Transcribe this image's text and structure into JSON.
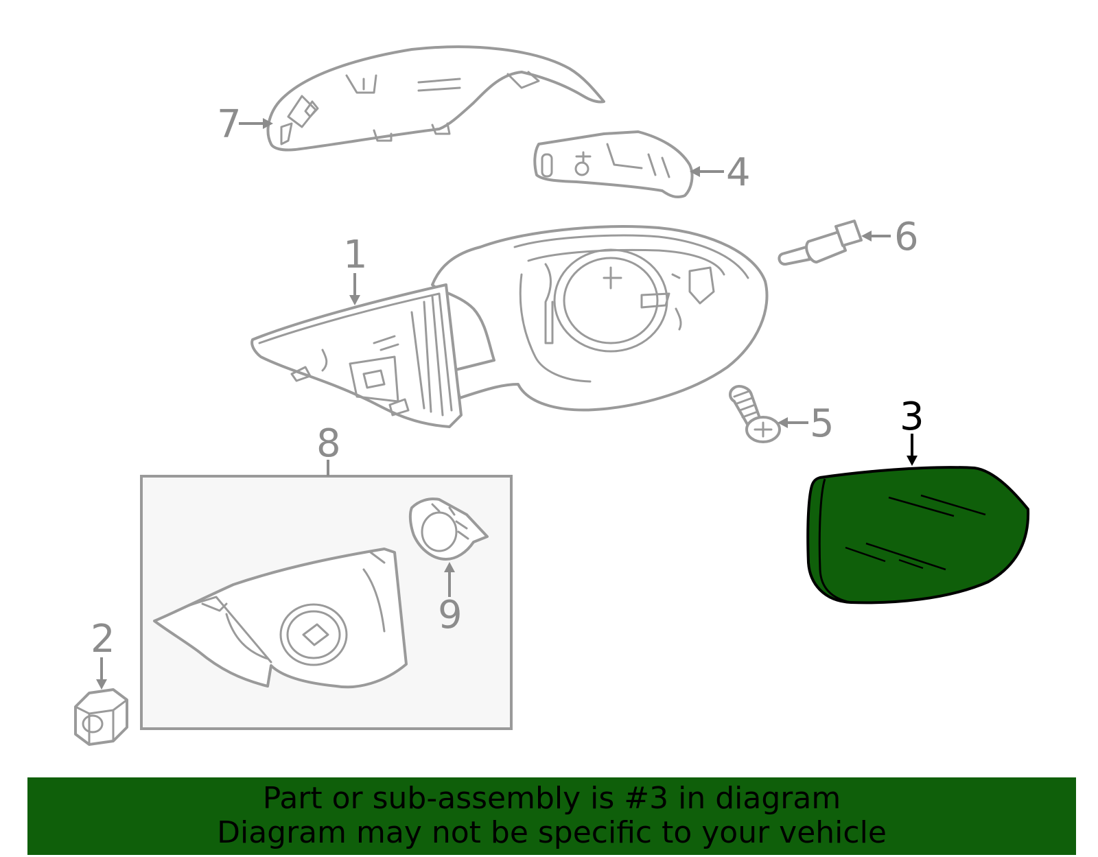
{
  "colors": {
    "highlight": "#0f5f0a",
    "banner": "#0f5f0a",
    "part_outline": "#9a9a9a",
    "callout_text": "#8c8c8c",
    "highlight_outline": "#000000",
    "subassembly_box_fill": "#f7f7f7"
  },
  "diagram": {
    "highlighted_part": "3",
    "callouts": {
      "c1": "1",
      "c2": "2",
      "c3": "3",
      "c4": "4",
      "c5": "5",
      "c6": "6",
      "c7": "7",
      "c8": "8",
      "c9": "9"
    }
  },
  "banner": {
    "line1": "Part or sub-assembly is #3 in diagram",
    "line2": "Diagram may not be specific to your vehicle"
  }
}
